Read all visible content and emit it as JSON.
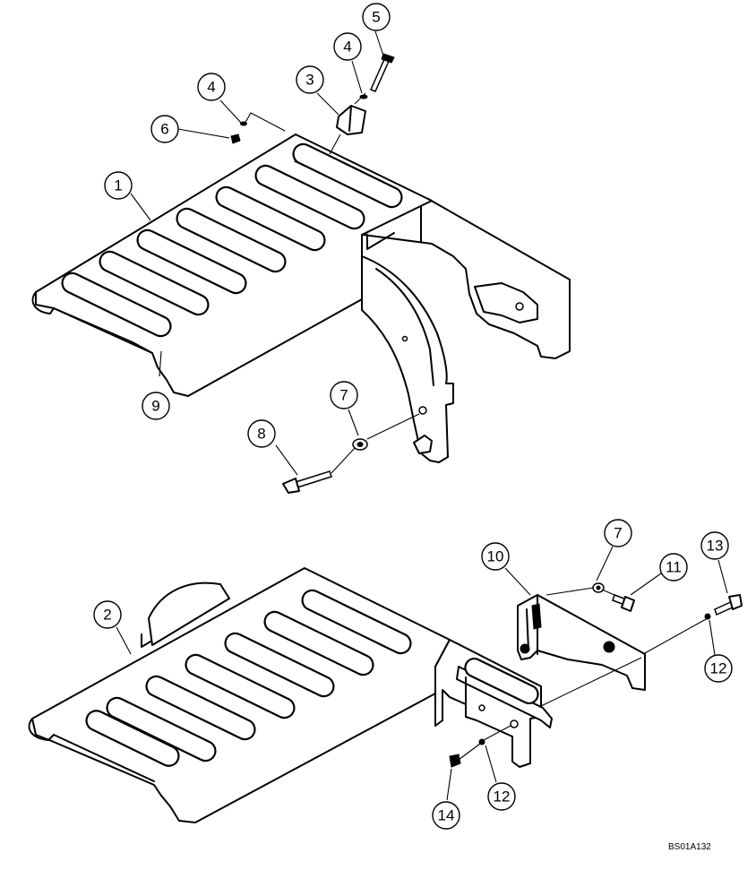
{
  "diagram": {
    "callouts": [
      {
        "id": "c1",
        "label": "1"
      },
      {
        "id": "c2",
        "label": "2"
      },
      {
        "id": "c3",
        "label": "3"
      },
      {
        "id": "c4a",
        "label": "4"
      },
      {
        "id": "c4b",
        "label": "4"
      },
      {
        "id": "c5",
        "label": "5"
      },
      {
        "id": "c6",
        "label": "6"
      },
      {
        "id": "c7a",
        "label": "7"
      },
      {
        "id": "c7b",
        "label": "7"
      },
      {
        "id": "c8",
        "label": "8"
      },
      {
        "id": "c9",
        "label": "9"
      },
      {
        "id": "c10",
        "label": "10"
      },
      {
        "id": "c11",
        "label": "11"
      },
      {
        "id": "c12a",
        "label": "12"
      },
      {
        "id": "c12b",
        "label": "12"
      },
      {
        "id": "c13",
        "label": "13"
      },
      {
        "id": "c14",
        "label": "14"
      }
    ],
    "drawing_code": "BS01A132"
  }
}
